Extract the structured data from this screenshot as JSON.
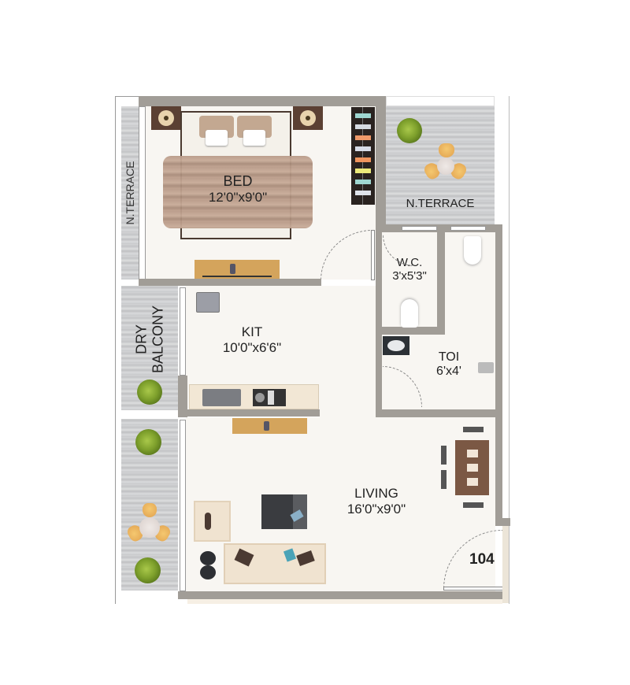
{
  "plan": {
    "unit_number": "104",
    "colors": {
      "wall": "#a19d97",
      "floor": "#f8f6f2",
      "terrace_tile": "#cfd0d2",
      "bedspread": "#b89a88",
      "counter": "#f0e6d4",
      "wood": "#c9964e"
    },
    "rooms": {
      "bed": {
        "name": "BED",
        "size": "12'0\"x9'0\""
      },
      "kit": {
        "name": "KIT",
        "size": "10'0\"x6'6\""
      },
      "living": {
        "name": "LIVING",
        "size": "16'0\"x9'0\""
      },
      "wc": {
        "name": "W.C.",
        "size": "3'x5'3\""
      },
      "toi": {
        "name": "TOI",
        "size": "6'x4'"
      },
      "terrace_top": {
        "name": "N.TERRACE"
      },
      "terrace_left": {
        "name": "N.TERRACE"
      },
      "dry_balcony": {
        "line1": "DRY",
        "line2": "BALCONY"
      }
    }
  }
}
